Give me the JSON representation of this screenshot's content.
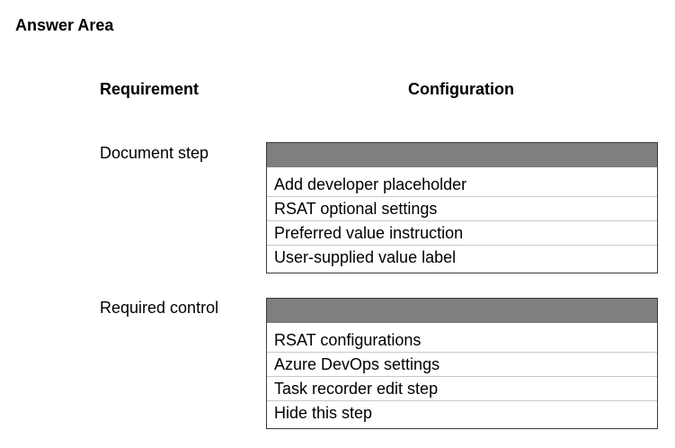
{
  "title": "Answer Area",
  "headers": {
    "requirement": "Requirement",
    "configuration": "Configuration"
  },
  "rows": [
    {
      "requirement": "Document step",
      "options": [
        "Add developer placeholder",
        "RSAT optional settings",
        "Preferred value instruction",
        "User-supplied value label"
      ]
    },
    {
      "requirement": "Required control",
      "options": [
        "RSAT configurations",
        "Azure DevOps settings",
        "Task recorder edit step",
        "Hide this step"
      ]
    }
  ],
  "colors": {
    "dropdown_header": "#7f7f7f",
    "dropdown_border": "#3a3a3a",
    "option_divider": "#c8c8c8"
  }
}
